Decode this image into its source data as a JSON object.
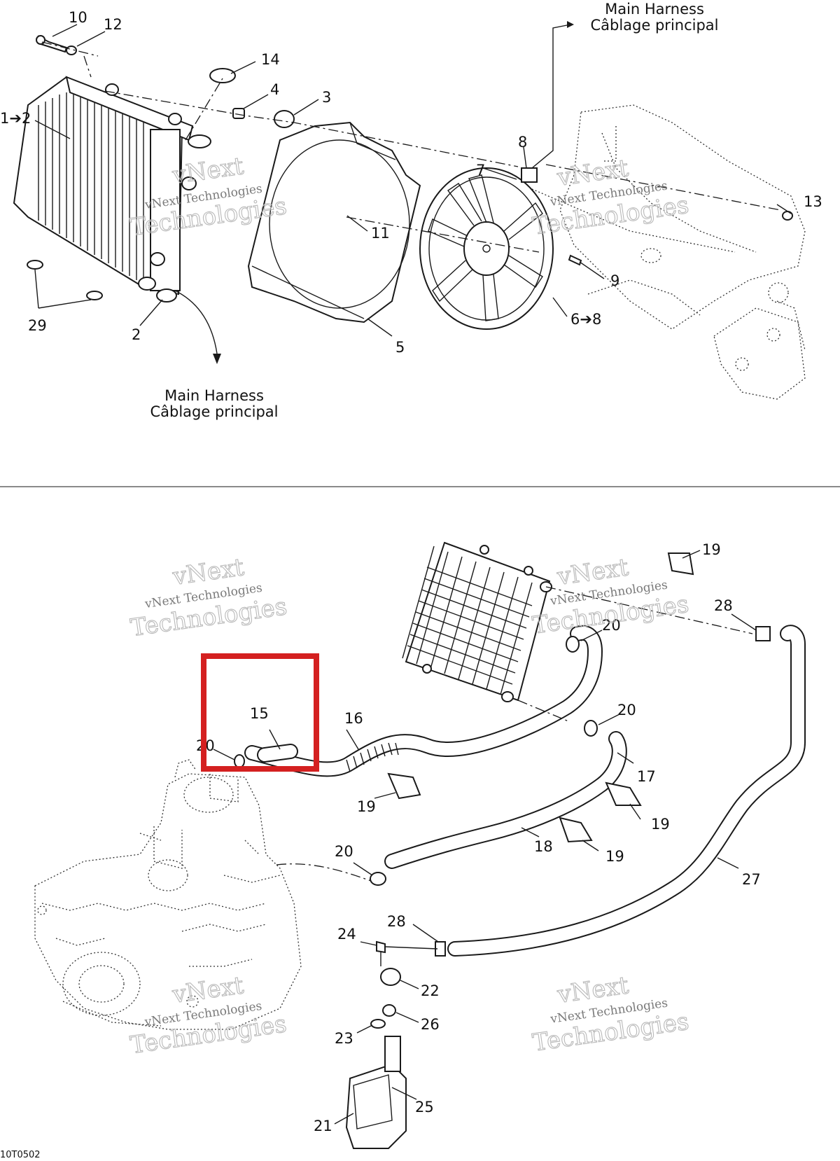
{
  "labels": {
    "p10": "10",
    "p12": "12",
    "p14": "14",
    "p4": "4",
    "p3": "3",
    "p1_2": "1➔2",
    "p8": "8",
    "p7": "7",
    "p11": "11",
    "p13": "13",
    "p9": "9",
    "p6_8": "6➔8",
    "p5": "5",
    "p29": "29",
    "p2": "2",
    "b15": "15",
    "b16": "16",
    "b20a": "20",
    "b19a": "19",
    "b28a": "28",
    "b20b": "20",
    "b20c": "20",
    "b17": "17",
    "b19b": "19",
    "b19c": "19",
    "b18": "18",
    "b20d": "20",
    "b19d": "19",
    "b27": "27",
    "b28b": "28",
    "b24": "24",
    "b22": "22",
    "b26": "26",
    "b23": "23",
    "b25": "25",
    "b21": "21"
  },
  "annotations": {
    "harness_top_en": "Main Harness",
    "harness_top_fr": "Câblage principal",
    "harness_bottom_en": "Main Harness",
    "harness_bottom_fr": "Câblage principal"
  },
  "watermark": {
    "big_1": "vNext",
    "big_2": "Technologies",
    "small": "vNext Technologies"
  },
  "drawing_code": "10T0502",
  "highlight": {
    "color": "#d42020",
    "target_part": "15"
  }
}
